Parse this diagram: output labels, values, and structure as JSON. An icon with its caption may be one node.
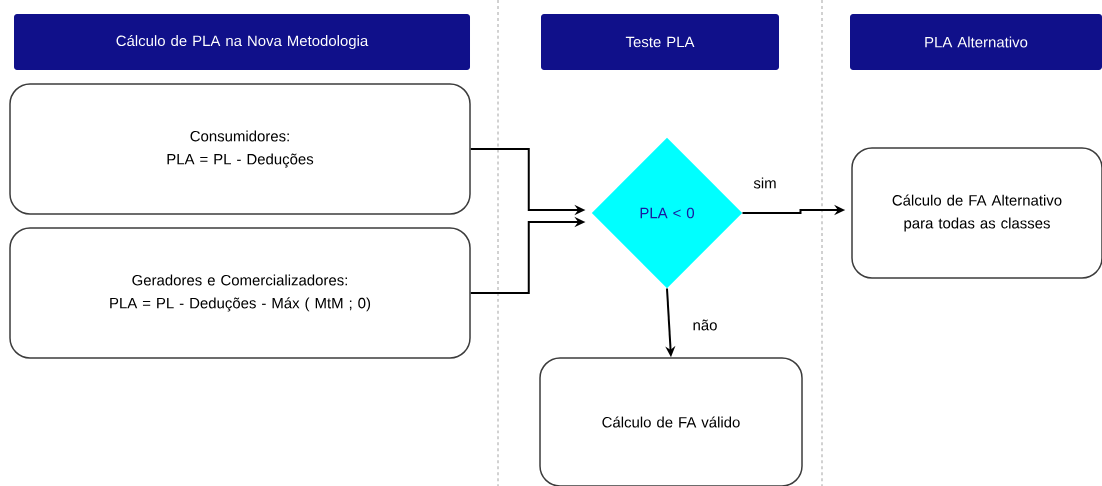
{
  "diagram": {
    "nodes": [
      {
        "text": [
          "Cálculo de PLA na Nova Metodologia"
        ]
      },
      {
        "text": [
          "Teste PLA"
        ]
      },
      {
        "text": [
          "PLA Alternativo"
        ]
      },
      {
        "text": [
          "Consumidores:",
          "PLA = PL - Deduções"
        ]
      },
      {
        "text": [
          "Geradores e Comercializadores:",
          "PLA = PL - Deduções - Máx ( MtM ; 0)"
        ]
      },
      {
        "text": [
          "PLA < 0"
        ]
      },
      {
        "text": [
          "Cálculo de FA Alternativo para todas as classes"
        ]
      },
      {
        "text": [
          "Cálculo de FA válido"
        ]
      }
    ],
    "edges": [
      {
        "from": 3,
        "to": 5,
        "arrow": "to"
      },
      {
        "from": 4,
        "to": 5,
        "arrow": "to"
      },
      {
        "from": 5,
        "to": 6,
        "arrow": "to",
        "label": "sim"
      },
      {
        "from": 5,
        "to": 7,
        "arrow": "to",
        "label": "não"
      }
    ]
  }
}
